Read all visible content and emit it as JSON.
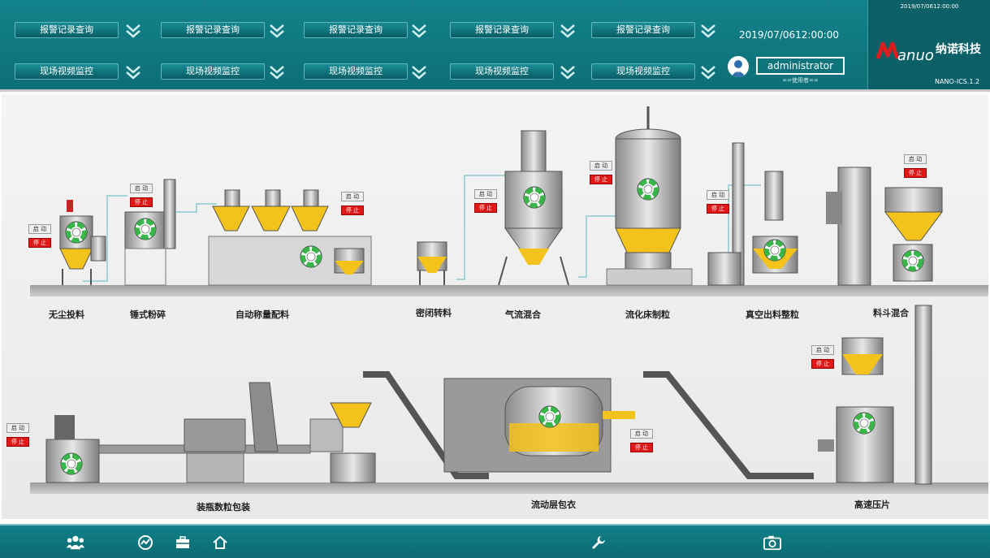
{
  "header": {
    "alarm_buttons": [
      "报警记录查询",
      "报警记录查询",
      "报警记录查询",
      "报警记录查询",
      "报警记录查询"
    ],
    "video_buttons": [
      "现场视频监控",
      "现场视频监控",
      "现场视频监控",
      "现场视频监控",
      "现场视频监控"
    ],
    "datetime": "2019/07/0612:00:00",
    "user": {
      "name": "administrator",
      "role": "==使用者=="
    },
    "brand": {
      "time": "2019/07/0612:00:00",
      "name_en": "anuo",
      "name_cn": "纳诺科技",
      "version": "NANO-ICS.1.2",
      "accent_color": "#d81e1e"
    }
  },
  "controls": {
    "start_label": "启 动",
    "stop_label": "停 止"
  },
  "stages": [
    "无尘投料",
    "锤式粉碎",
    "自动称量配料",
    "密闭转料",
    "气流混合",
    "流化床制粒",
    "真空出料整粒",
    "料斗混合",
    "装瓶数粒包装",
    "流动层包衣",
    "高速压片"
  ],
  "footer": {
    "icons": [
      "users-icon",
      "chart-icon",
      "toolbox-icon",
      "home-icon",
      "wrench-icon",
      "camera-icon"
    ]
  },
  "colors": {
    "header_bg": "#0e6f77",
    "stop_red": "#e01818",
    "status_green": "#39b54a",
    "material_yellow": "#f3c21b"
  }
}
